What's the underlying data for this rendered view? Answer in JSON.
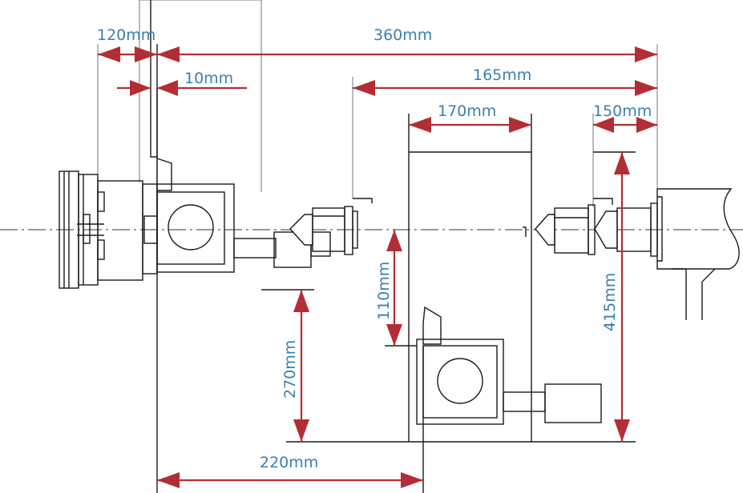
{
  "dimensions": {
    "d120": "120mm",
    "d360": "360mm",
    "d10": "10mm",
    "d165": "165mm",
    "d170": "170mm",
    "d150": "150mm",
    "d110": "110mm",
    "d415": "415mm",
    "d270": "270mm",
    "d220": "220mm"
  },
  "colors": {
    "dimension": "#b32d34",
    "label": "#3a7fb0",
    "outline": "#1a1a1a"
  }
}
